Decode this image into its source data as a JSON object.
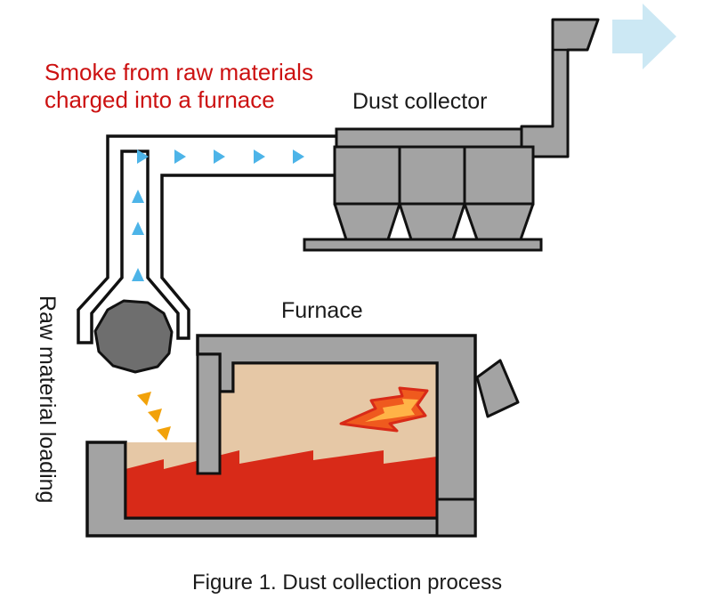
{
  "labels": {
    "smoke_line1": "Smoke from raw materials",
    "smoke_line2": "charged into a furnace",
    "dust_collector": "Dust collector",
    "furnace": "Furnace",
    "raw_material_loading": "Raw material loading",
    "caption": "Figure 1. Dust collection process"
  },
  "colors": {
    "smoke_text": "#cc1111",
    "steel": "#a3a3a3",
    "outline": "#111111",
    "flow_arrow": "#4db4e8",
    "exhaust_arrow": "#cce8f4",
    "furnace_interior": "#e6c8a6",
    "molten_metal": "#d82a18",
    "flame": "#ef5a1e",
    "charge_arrow": "#f2a20a",
    "scrap": "#6e6e6e"
  },
  "icons": [
    "flow-arrow-icon",
    "exhaust-arrow-icon",
    "charge-arrow-icon",
    "scrap-lump-icon",
    "flame-icon"
  ]
}
